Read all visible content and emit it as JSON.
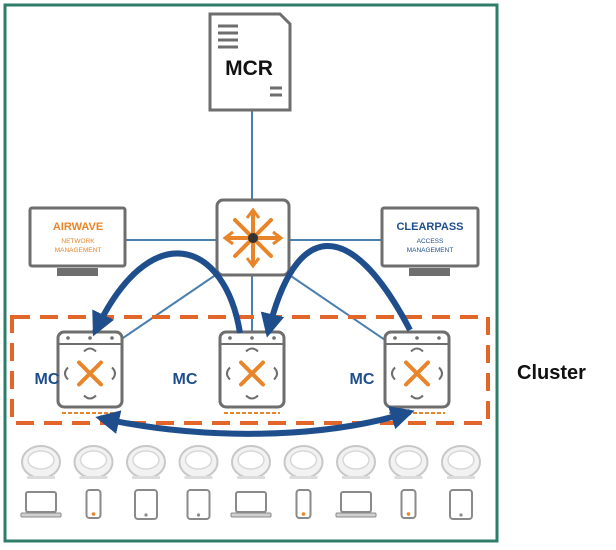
{
  "labels": {
    "mcr": "MCR",
    "airwave_title": "AIRWAVE",
    "airwave_line1": "NETWORK",
    "airwave_line2": "MANAGEMENT",
    "clearpass_title": "CLEARPASS",
    "clearpass_line1": "ACCESS",
    "clearpass_line2": "MANAGEMENT",
    "mc": "MC",
    "cluster": "Cluster"
  },
  "access_points": {
    "count": 9
  },
  "client_devices": [
    "laptop",
    "phone",
    "tablet",
    "tablet",
    "laptop",
    "phone",
    "laptop",
    "phone",
    "tablet"
  ],
  "colors": {
    "frame": "#2e7d6b",
    "link": "#4a7fb0",
    "arrow": "#1f4e8c",
    "orange": "#e8852a",
    "cluster_dash": "#e2662a",
    "device_stroke": "#6e6e6e",
    "label_blue": "#1f4e8c",
    "airwave_orange": "#e8852a",
    "clearpass_blue": "#1f4e8c"
  }
}
